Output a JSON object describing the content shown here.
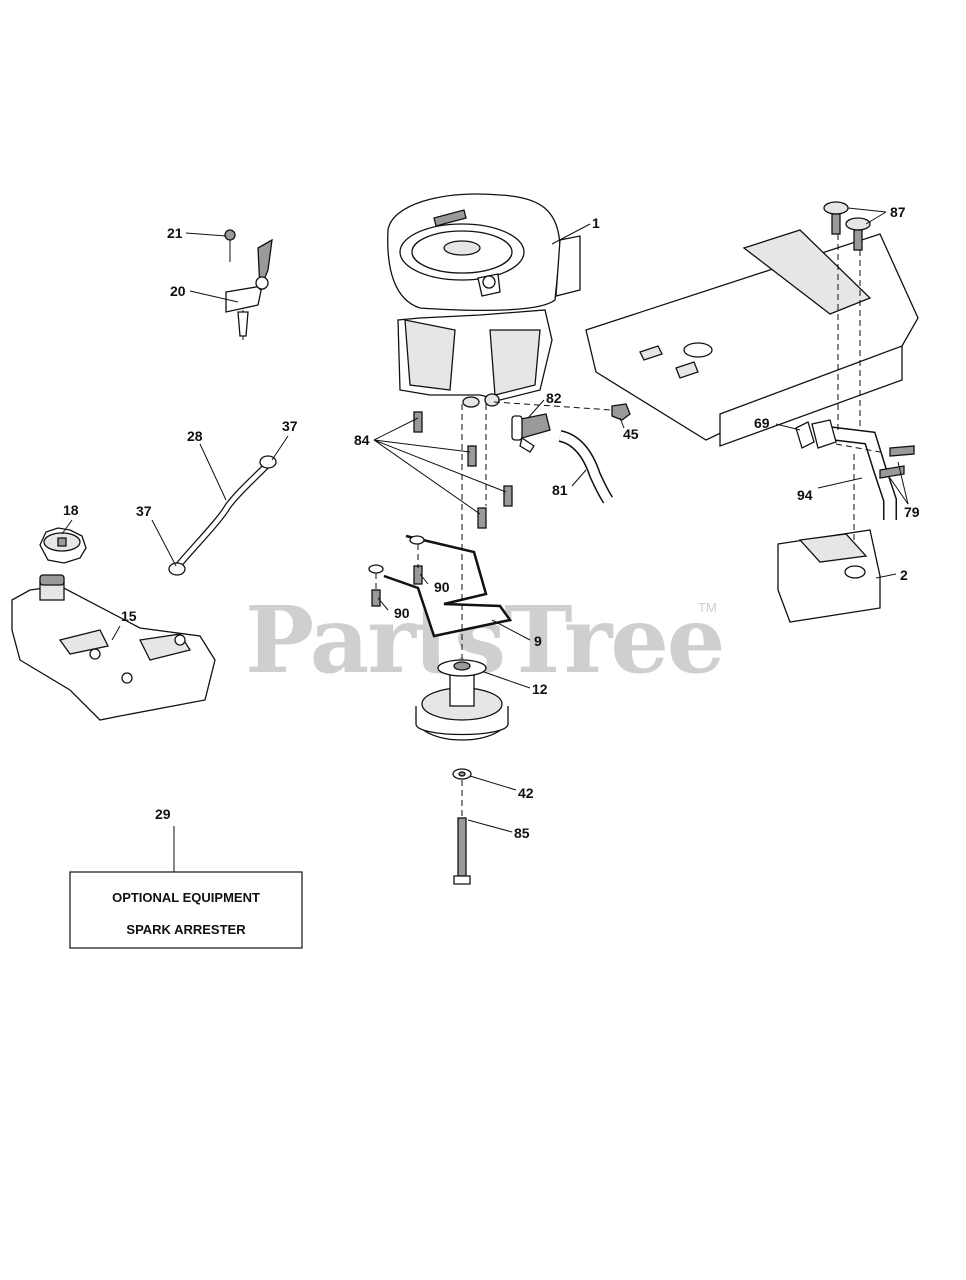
{
  "watermark": {
    "text": "PartsTree",
    "trademark": "TM"
  },
  "callouts": {
    "c1": "1",
    "c2": "2",
    "c9": "9",
    "c12": "12",
    "c15": "15",
    "c18": "18",
    "c20": "20",
    "c21": "21",
    "c28": "28",
    "c29": "29",
    "c37a": "37",
    "c37b": "37",
    "c42": "42",
    "c45": "45",
    "c69": "69",
    "c79": "79",
    "c81": "81",
    "c82": "82",
    "c84": "84",
    "c85": "85",
    "c87": "87",
    "c90a": "90",
    "c90b": "90",
    "c94": "94"
  },
  "note_box": {
    "line1": "OPTIONAL EQUIPMENT",
    "line2": "SPARK ARRESTER"
  }
}
